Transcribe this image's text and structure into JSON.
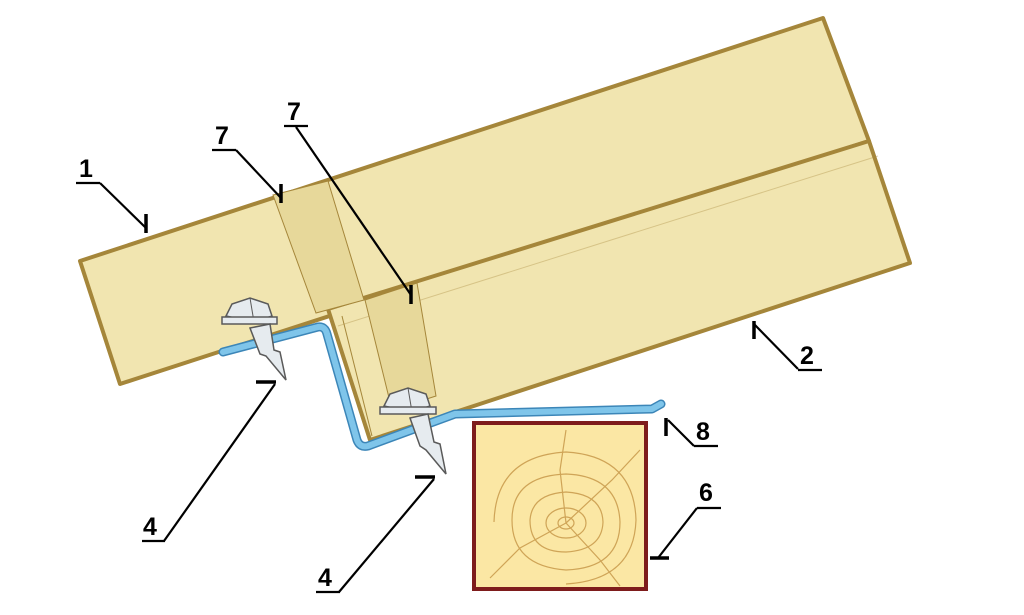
{
  "colors": {
    "background": "#ffffff",
    "board_face": "#f1e5b0",
    "board_edge": "#a5863a",
    "spacer_face": "#e7d89a",
    "bracket": "#7fc5ea",
    "bracket_edge": "#3c86b8",
    "screw_metal": "#e6ebef",
    "screw_edge": "#5a5a5a",
    "beam_fill": "#fbe7a4",
    "beam_border": "#7e1c1c",
    "grain": "#cfa457",
    "leader": "#000000"
  },
  "callouts": [
    {
      "id": "c1",
      "label": "1",
      "target": "upper-board"
    },
    {
      "id": "c2",
      "label": "2",
      "target": "lower-board"
    },
    {
      "id": "c7a",
      "label": "7",
      "target": "spacer-left"
    },
    {
      "id": "c7b",
      "label": "7",
      "target": "spacer-right"
    },
    {
      "id": "c4a",
      "label": "4",
      "target": "screw-left"
    },
    {
      "id": "c4b",
      "label": "4",
      "target": "screw-right"
    },
    {
      "id": "c6",
      "label": "6",
      "target": "timber-beam"
    },
    {
      "id": "c8",
      "label": "8",
      "target": "metal-bracket"
    }
  ],
  "icons": {
    "screw": "hex-bolt-icon",
    "beam": "timber-cross-section-icon"
  }
}
